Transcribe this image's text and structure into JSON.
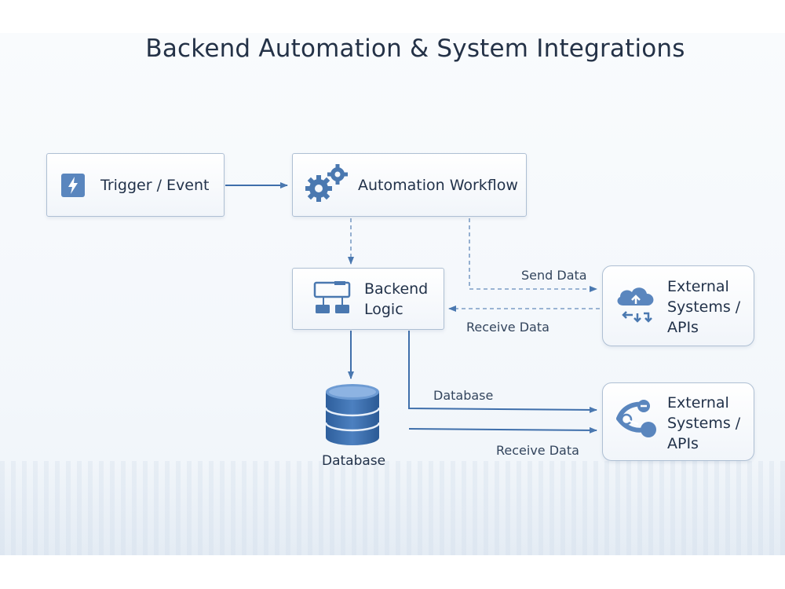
{
  "title": "Backend Automation & System Integrations",
  "nodes": {
    "trigger": {
      "label": "Trigger / Event",
      "icon": "lightning-icon"
    },
    "workflow": {
      "label": "Automation Workflow",
      "icon": "gears-icon"
    },
    "backend": {
      "label_line1": "Backend",
      "label_line2": "Logic",
      "icon": "workflow-chart-icon"
    },
    "external_top": {
      "line1": "External",
      "line2": "Systems /",
      "line3": "APIs",
      "icon": "cloud-sync-icon"
    },
    "external_bottom": {
      "line1": "External",
      "line2": "Systems /",
      "line3": "APIs",
      "icon": "share-nodes-icon"
    },
    "database": {
      "label": "Database",
      "icon": "database-icon"
    }
  },
  "edges": {
    "send_data": "Send Data",
    "receive_data_top": "Receive Data",
    "database": "Database",
    "receive_data_bottom": "Receive Data"
  },
  "colors": {
    "accent": "#3d6ea8",
    "arrow": "#4a78b0",
    "border": "#aebfd3",
    "text": "#24344a"
  }
}
